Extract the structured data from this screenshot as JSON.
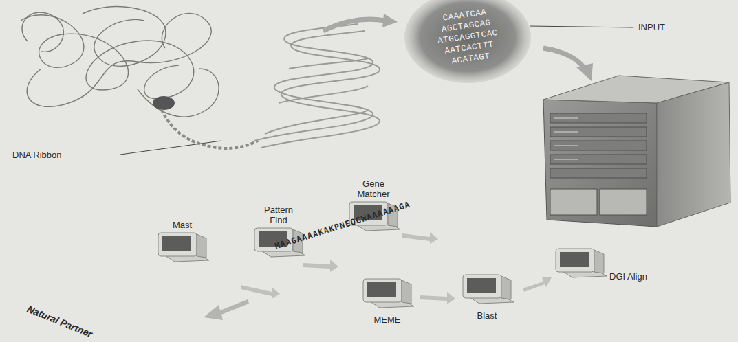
{
  "diagram": {
    "nodes": [
      {
        "text": [
          "CAAATCAA AGCTAGCAG ATGCAGGTCAC AATCACTTT ACATAGT"
        ]
      },
      {
        "text": [
          "Gene Matcher"
        ]
      },
      {
        "text": [
          "Pattern Find"
        ]
      },
      {
        "text": [
          "Mast"
        ]
      },
      {
        "text": [
          "DGI Align"
        ]
      },
      {
        "text": [
          "Blast"
        ]
      },
      {
        "text": [
          "MEME"
        ]
      }
    ],
    "labels": [
      "INPUT",
      "DNA Ribbon",
      "MAAGAAAAKAKPNEQGWAAAAAAGA",
      "Natural Partner"
    ]
  }
}
